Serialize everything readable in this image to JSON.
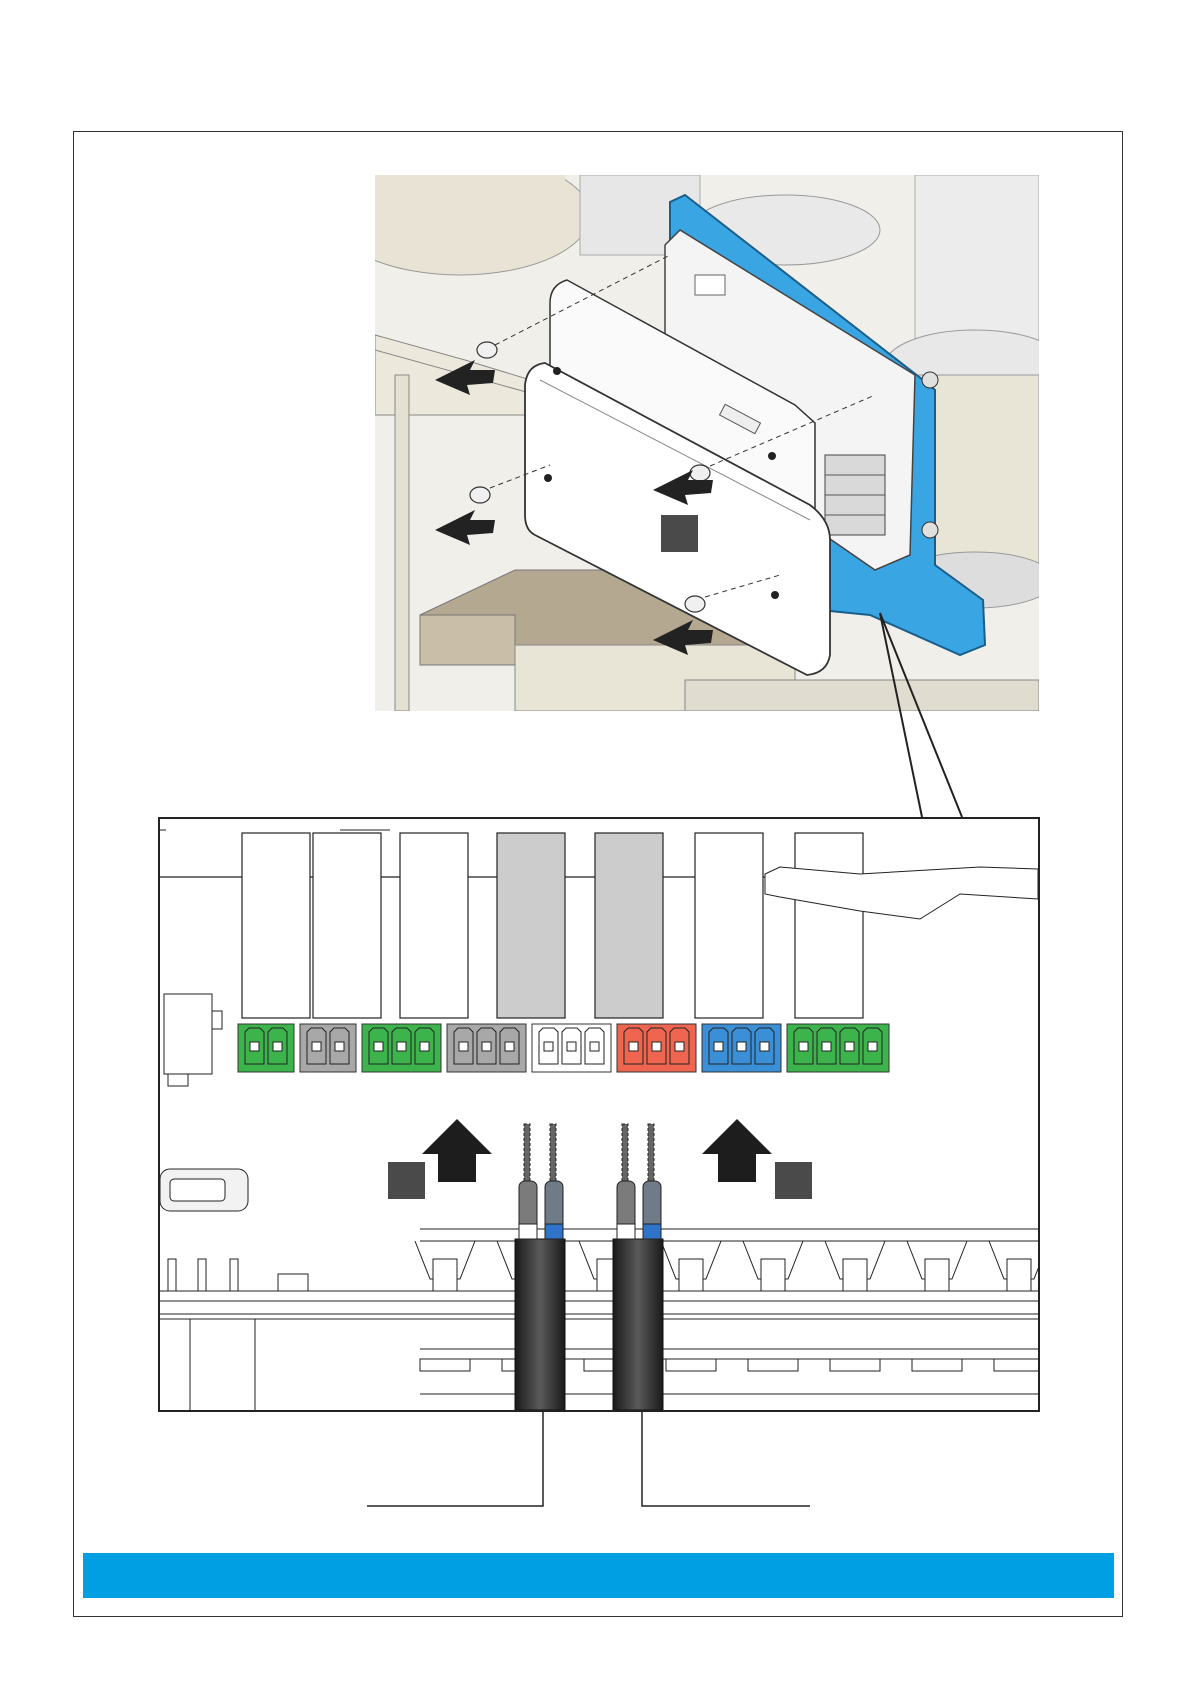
{
  "colors": {
    "accent": "#009fe3",
    "panel_blue": "#3aa5e3",
    "connector_green": "#3cb44b",
    "connector_grey": "#a8a8a8",
    "connector_white": "#ffffff",
    "connector_red": "#f0654f",
    "connector_blue": "#3a8fd6",
    "step_marker": "#4a4a4a"
  },
  "top_figure": {
    "arrows": [
      "arrow-1",
      "arrow-2",
      "arrow-3",
      "arrow-4"
    ]
  },
  "connector_strip": [
    {
      "color": "#3cb44b",
      "pins": 2
    },
    {
      "color": "#a8a8a8",
      "pins": 2
    },
    {
      "color": "#3cb44b",
      "pins": 3
    },
    {
      "color": "#a8a8a8",
      "pins": 3
    },
    {
      "color": "#ffffff",
      "pins": 3
    },
    {
      "color": "#f0654f",
      "pins": 3
    },
    {
      "color": "#3a8fd6",
      "pins": 3
    },
    {
      "color": "#3cb44b",
      "pins": 4
    }
  ]
}
